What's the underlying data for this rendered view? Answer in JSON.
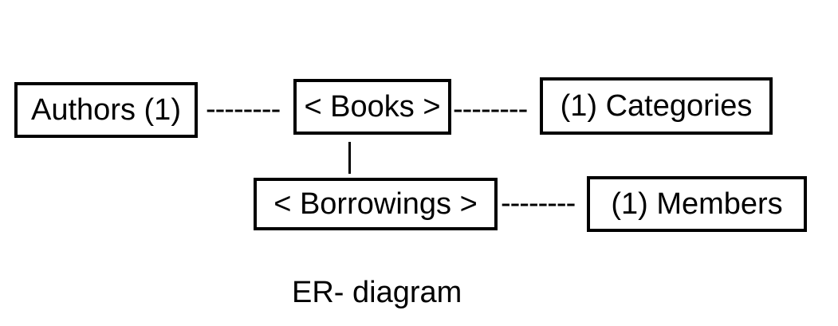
{
  "entities": {
    "authors": "Authors (1)",
    "books": "< Books >",
    "categories": "(1) Categories",
    "borrowings": "< Borrowings >",
    "members": "(1) Members"
  },
  "connectors": {
    "authors_books": "--------",
    "books_categories": "--------",
    "borrowings_members": "--------"
  },
  "caption": "ER- diagram"
}
